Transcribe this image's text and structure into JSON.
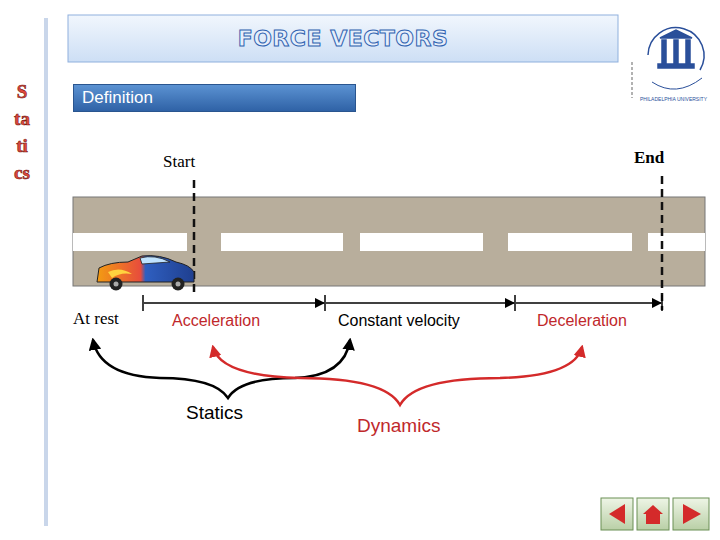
{
  "diagram": {
    "title": "FORCE VECTORS",
    "nodes": [
      {
        "text": [
          "Definition"
        ]
      }
    ],
    "labels": [
      "Statics",
      "PHILADELPHIA UNIVERSITY",
      "Start",
      "End",
      "At rest",
      "Acceleration",
      "Constant velocity",
      "Deceleration",
      "Statics",
      "Dynamics"
    ]
  }
}
